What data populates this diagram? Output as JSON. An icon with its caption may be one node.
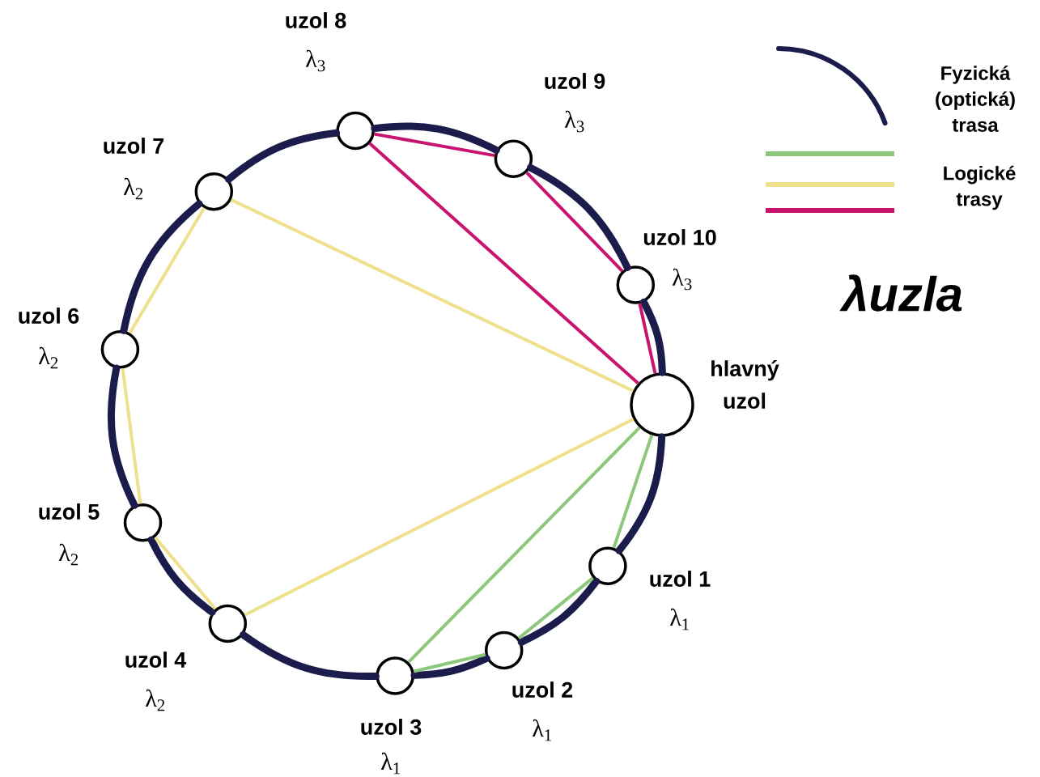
{
  "diagram": {
    "nodes": [
      {
        "text": [
          "uzol 1",
          "λ$_{1}$"
        ]
      },
      {
        "text": [
          "uzol 2",
          "λ$_{1}$"
        ]
      },
      {
        "text": [
          "uzol 3",
          "λ$_{1}$"
        ]
      },
      {
        "text": [
          "uzol 4",
          "λ$_{2}$"
        ]
      },
      {
        "text": [
          "uzol 5",
          "λ$_{2}$"
        ]
      },
      {
        "text": [
          "uzol 6",
          "λ$_{2}$"
        ]
      },
      {
        "text": [
          "uzol 7",
          "λ$_{2}$"
        ]
      },
      {
        "text": [
          "uzol 8",
          "λ$_{3}$"
        ]
      },
      {
        "text": [
          "uzol 9",
          "λ$_{3}$"
        ]
      },
      {
        "text": [
          "uzol 10",
          "λ$_{3}$"
        ]
      },
      {
        "text": [
          "hlavný uzol"
        ]
      }
    ],
    "edges": [
      {
        "from": 10,
        "to": 0,
        "arrow": "none",
        "style": "thick",
        "color": "#1c1c4c"
      },
      {
        "from": 0,
        "to": 1,
        "arrow": "none",
        "style": "thick",
        "color": "#1c1c4c"
      },
      {
        "from": 1,
        "to": 2,
        "arrow": "none",
        "style": "thick",
        "color": "#1c1c4c"
      },
      {
        "from": 2,
        "to": 3,
        "arrow": "none",
        "style": "thick",
        "color": "#1c1c4c"
      },
      {
        "from": 3,
        "to": 4,
        "arrow": "none",
        "style": "thick",
        "color": "#1c1c4c"
      },
      {
        "from": 4,
        "to": 5,
        "arrow": "none",
        "style": "thick",
        "color": "#1c1c4c"
      },
      {
        "from": 5,
        "to": 6,
        "arrow": "none",
        "style": "thick",
        "color": "#1c1c4c"
      },
      {
        "from": 6,
        "to": 7,
        "arrow": "none",
        "style": "thick",
        "color": "#1c1c4c"
      },
      {
        "from": 7,
        "to": 8,
        "arrow": "none",
        "style": "thick",
        "color": "#1c1c4c"
      },
      {
        "from": 8,
        "to": 9,
        "arrow": "none",
        "style": "thick",
        "color": "#1c1c4c"
      },
      {
        "from": 9,
        "to": 10,
        "arrow": "none",
        "style": "thick",
        "color": "#1c1c4c"
      },
      {
        "from": 10,
        "to": 0,
        "arrow": "none",
        "color": "#8cc87c"
      },
      {
        "from": 0,
        "to": 1,
        "arrow": "none",
        "color": "#8cc87c"
      },
      {
        "from": 1,
        "to": 2,
        "arrow": "none",
        "color": "#8cc87c"
      },
      {
        "from": 2,
        "to": 10,
        "arrow": "none",
        "color": "#8cc87c"
      },
      {
        "from": 10,
        "to": 6,
        "arrow": "none",
        "color": "#eee08c"
      },
      {
        "from": 6,
        "to": 5,
        "arrow": "none",
        "color": "#eee08c"
      },
      {
        "from": 5,
        "to": 4,
        "arrow": "none",
        "color": "#eee08c"
      },
      {
        "from": 4,
        "to": 3,
        "arrow": "none",
        "color": "#eee08c"
      },
      {
        "from": 3,
        "to": 10,
        "arrow": "none",
        "color": "#eee08c"
      },
      {
        "from": 10,
        "to": 7,
        "arrow": "none",
        "color": "#c8146e"
      },
      {
        "from": 7,
        "to": 8,
        "arrow": "none",
        "color": "#c8146e"
      },
      {
        "from": 8,
        "to": 9,
        "arrow": "none",
        "color": "#c8146e"
      },
      {
        "from": 9,
        "to": 10,
        "arrow": "none",
        "color": "#c8146e"
      }
    ],
    "labels": [
      "λuzla"
    ],
    "legend": [
      {
        "text": "Fyzická (optická) trasa"
      },
      {
        "text": "Logické trasy"
      }
    ]
  }
}
